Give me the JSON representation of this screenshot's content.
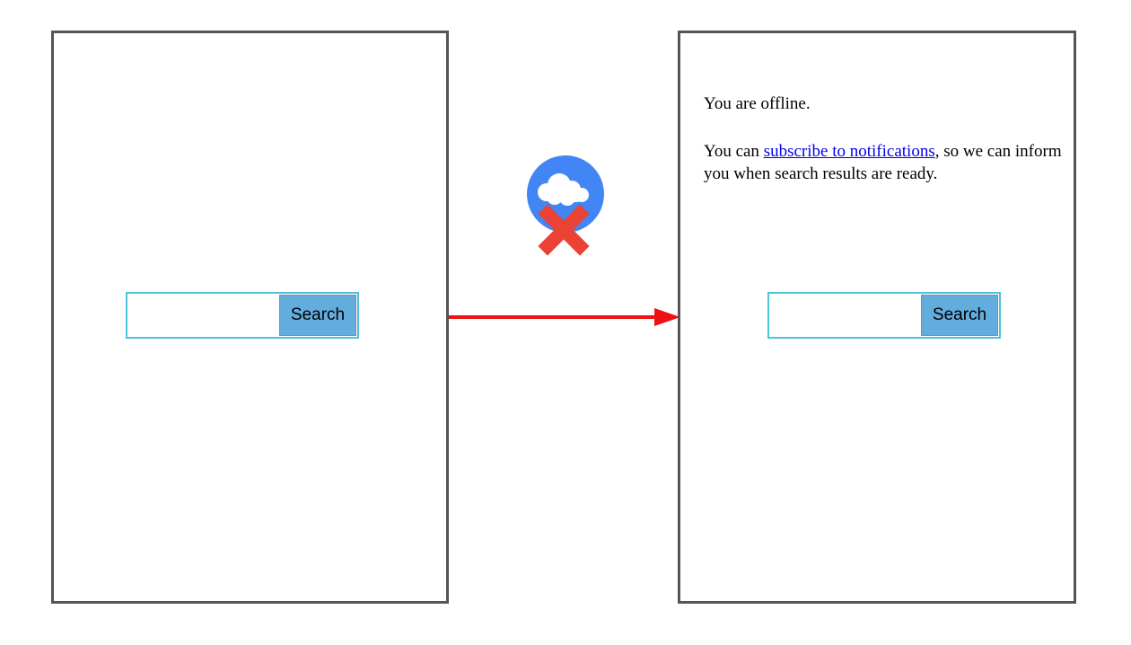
{
  "left_screen": {
    "search_input_value": "",
    "search_button_label": "Search"
  },
  "right_screen": {
    "offline_text": "You are offline.",
    "subscribe_prefix": "You can ",
    "subscribe_link_label": "subscribe to notifications",
    "subscribe_suffix": ", so we can inform you when search results are ready.",
    "search_input_value": "",
    "search_button_label": "Search"
  },
  "icons": {
    "offline_badge": "cloud-offline-icon",
    "connector": "right-arrow"
  },
  "colors": {
    "panel_border": "#555555",
    "input_border": "#4fc3dc",
    "button_bg": "#63acde",
    "button_border": "#8c8c8c",
    "arrow": "#ee1111",
    "icon_circle": "#4285f4",
    "icon_cloud": "#ffffff",
    "icon_x": "#ea4335",
    "link": "#0000ee"
  }
}
